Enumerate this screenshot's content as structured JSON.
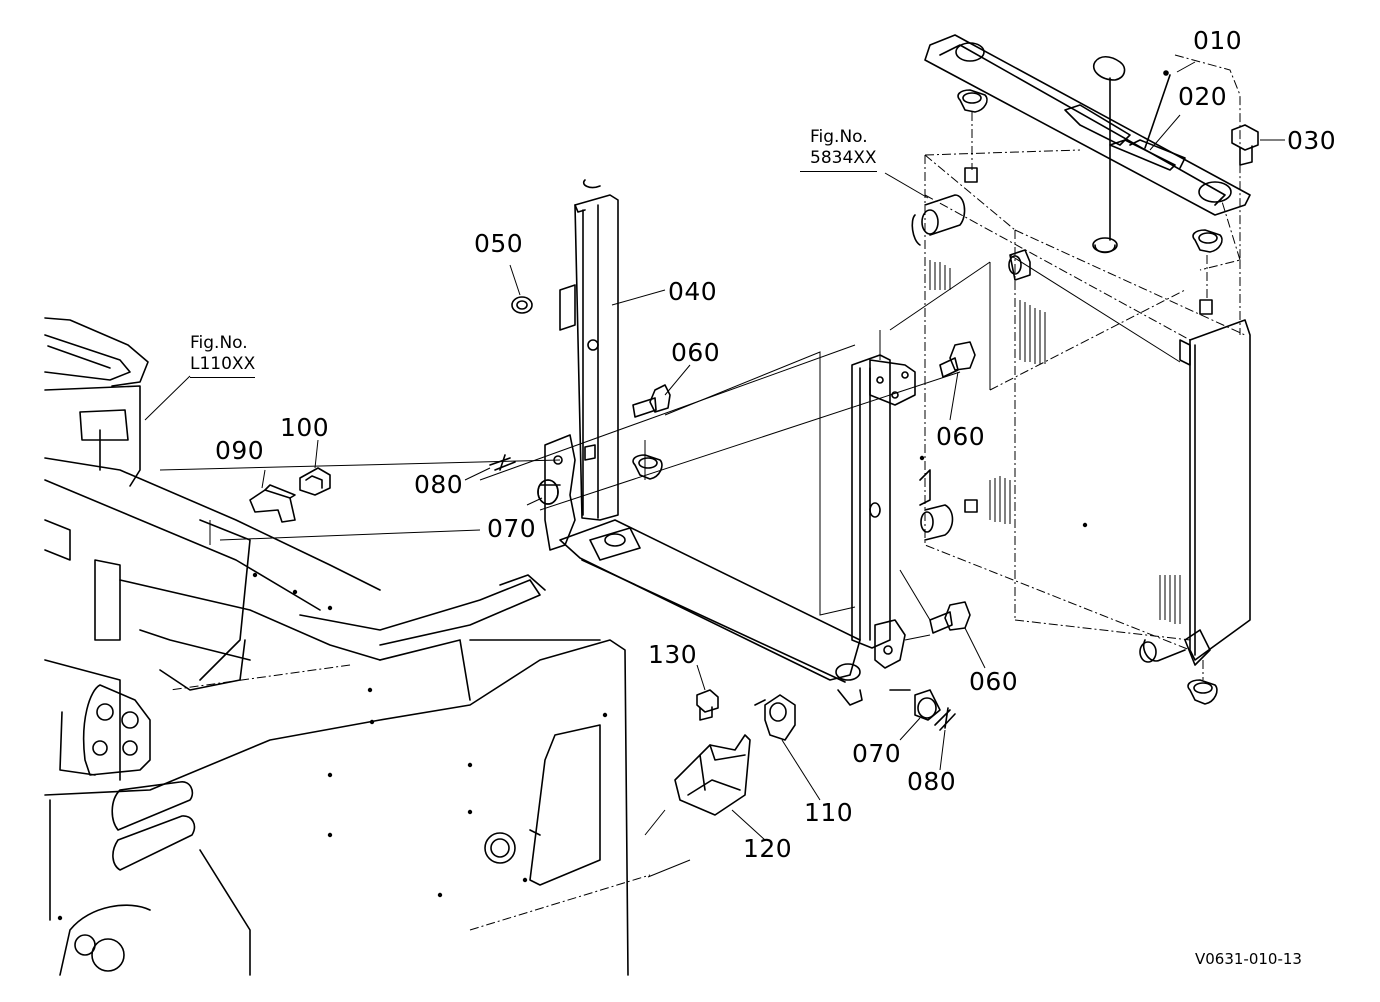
{
  "figure_code": "V0631-010-13",
  "references": [
    {
      "id": "ref-l110",
      "title": "Fig.No.",
      "code": "L110XX"
    },
    {
      "id": "ref-5834",
      "title": "Fig.No.",
      "code": "5834XX"
    }
  ],
  "callouts": [
    {
      "id": "010",
      "text": "010"
    },
    {
      "id": "020",
      "text": "020"
    },
    {
      "id": "030",
      "text": "030"
    },
    {
      "id": "040",
      "text": "040"
    },
    {
      "id": "050",
      "text": "050"
    },
    {
      "id": "060a",
      "text": "060"
    },
    {
      "id": "060b",
      "text": "060"
    },
    {
      "id": "060c",
      "text": "060"
    },
    {
      "id": "070a",
      "text": "070"
    },
    {
      "id": "070b",
      "text": "070"
    },
    {
      "id": "080a",
      "text": "080"
    },
    {
      "id": "080b",
      "text": "080"
    },
    {
      "id": "090",
      "text": "090"
    },
    {
      "id": "100",
      "text": "100"
    },
    {
      "id": "110",
      "text": "110"
    },
    {
      "id": "120",
      "text": "120"
    },
    {
      "id": "130",
      "text": "130"
    }
  ]
}
